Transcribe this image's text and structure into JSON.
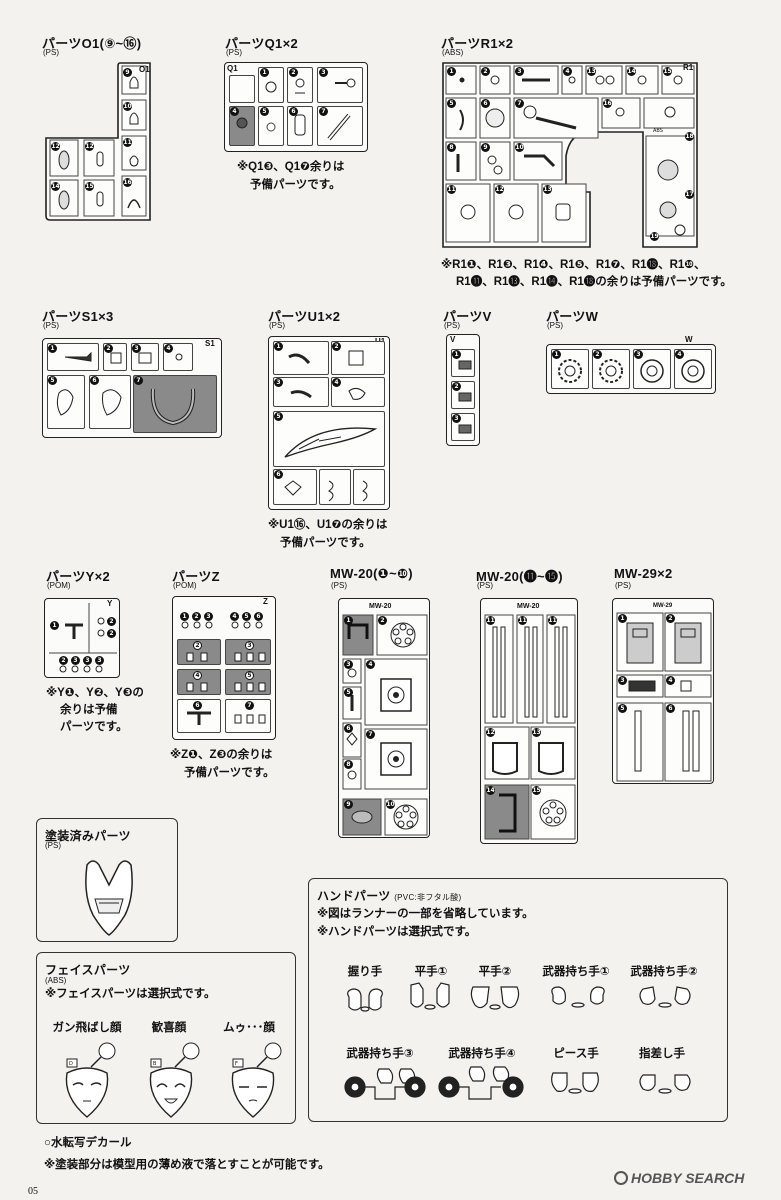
{
  "parts_o1": {
    "title": "パーツO1(⑨~⑯)",
    "material": "(PS)",
    "tag": "O1"
  },
  "parts_q1": {
    "title": "パーツQ1×2",
    "material": "(PS)",
    "tag": "Q1",
    "note1": "※Q1❸、Q1❼余りは",
    "note2": "予備パーツです。"
  },
  "parts_r1": {
    "title": "パーツR1×2",
    "material": "(ABS)",
    "tag": "R1",
    "abs_label": "ABS",
    "note1": "※R1❶、R1❸、R1❹、R1❺、R1❼、R1⓲、R1❿、",
    "note2": "R1⓫、R1⓭、R1⓮、R1⓲の余りは予備パーツです。"
  },
  "parts_s1": {
    "title": "パーツS1×3",
    "material": "(PS)",
    "tag": "S1"
  },
  "parts_u1": {
    "title": "パーツU1×2",
    "material": "(PS)",
    "tag": "U1",
    "note1": "※U1⑯、U1❼の余りは",
    "note2": "予備パーツです。"
  },
  "parts_v": {
    "title": "パーツV",
    "material": "(PS)",
    "tag": "V"
  },
  "parts_w": {
    "title": "パーツW",
    "material": "(PS)",
    "tag": "W"
  },
  "parts_y": {
    "title": "パーツY×2",
    "material": "(POM)",
    "tag": "Y",
    "note1": "※Y❶、Y❷、Y❸の",
    "note2": "余りは予備",
    "note3": "パーツです。"
  },
  "parts_z": {
    "title": "パーツZ",
    "material": "(POM)",
    "tag": "Z",
    "note1": "※Z❶、Z❸の余りは",
    "note2": "予備パーツです。"
  },
  "mw20a": {
    "title": "MW-20(❶~❿)",
    "material": "(PS)",
    "tag": "MW-20"
  },
  "mw20b": {
    "title": "MW-20(⓫~⓯)",
    "material": "(PS)",
    "tag": "MW-20"
  },
  "mw29": {
    "title": "MW-29×2",
    "material": "(PS)",
    "tag": "MW-29"
  },
  "painted": {
    "title": "塗装済みパーツ",
    "material": "(PS)"
  },
  "face": {
    "title": "フェイスパーツ",
    "material": "(ABS)",
    "note": "※フェイスパーツは選択式です。",
    "faces": [
      {
        "label": "ガン飛ばし顔",
        "letter": "D"
      },
      {
        "label": "歓喜顔",
        "letter": "B"
      },
      {
        "label": "ムゥ･･･顔",
        "letter": "F"
      }
    ]
  },
  "hands": {
    "title": "ハンドパーツ",
    "title_sub": "(PVC:非フタル酸)",
    "note1": "※図はランナーの一部を省略しています。",
    "note2": "※ハンドパーツは選択式です。",
    "row1": [
      "握り手",
      "平手①",
      "平手②",
      "武器持ち手①",
      "武器持ち手②"
    ],
    "row2": [
      "武器持ち手③",
      "武器持ち手④",
      "ピース手",
      "指差し手"
    ]
  },
  "decal": "○水転写デカール",
  "footer_note": "※塗装部分は模型用の薄め液で落とすことが可能です。",
  "page_number": "05",
  "watermark": "HOBBY SEARCH"
}
